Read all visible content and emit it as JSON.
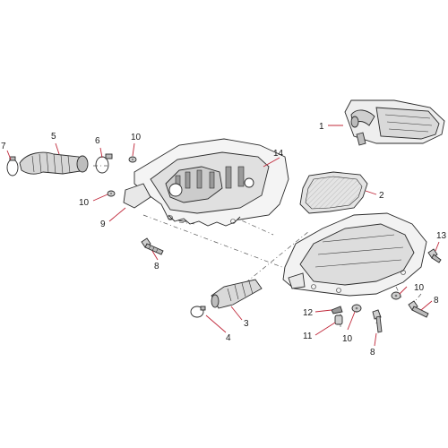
{
  "palette": {
    "leader": "#c0283a",
    "part_light": "#f4f4f4",
    "part_mid": "#d9d9d9",
    "part_dark": "#8f8f8f",
    "outline": "#2a2a2a",
    "callout_text": "#1a1a1a"
  },
  "callouts": {
    "c1": "1",
    "c2": "2",
    "c3": "3",
    "c4": "4",
    "c5": "5",
    "c6": "6",
    "c7": "7",
    "c8a": "8",
    "c8b": "8",
    "c8c": "8",
    "c9": "9",
    "c10a": "10",
    "c10b": "10",
    "c10c": "10",
    "c10d": "10",
    "c11": "11",
    "c12": "12",
    "c13": "13",
    "c14": "14"
  }
}
